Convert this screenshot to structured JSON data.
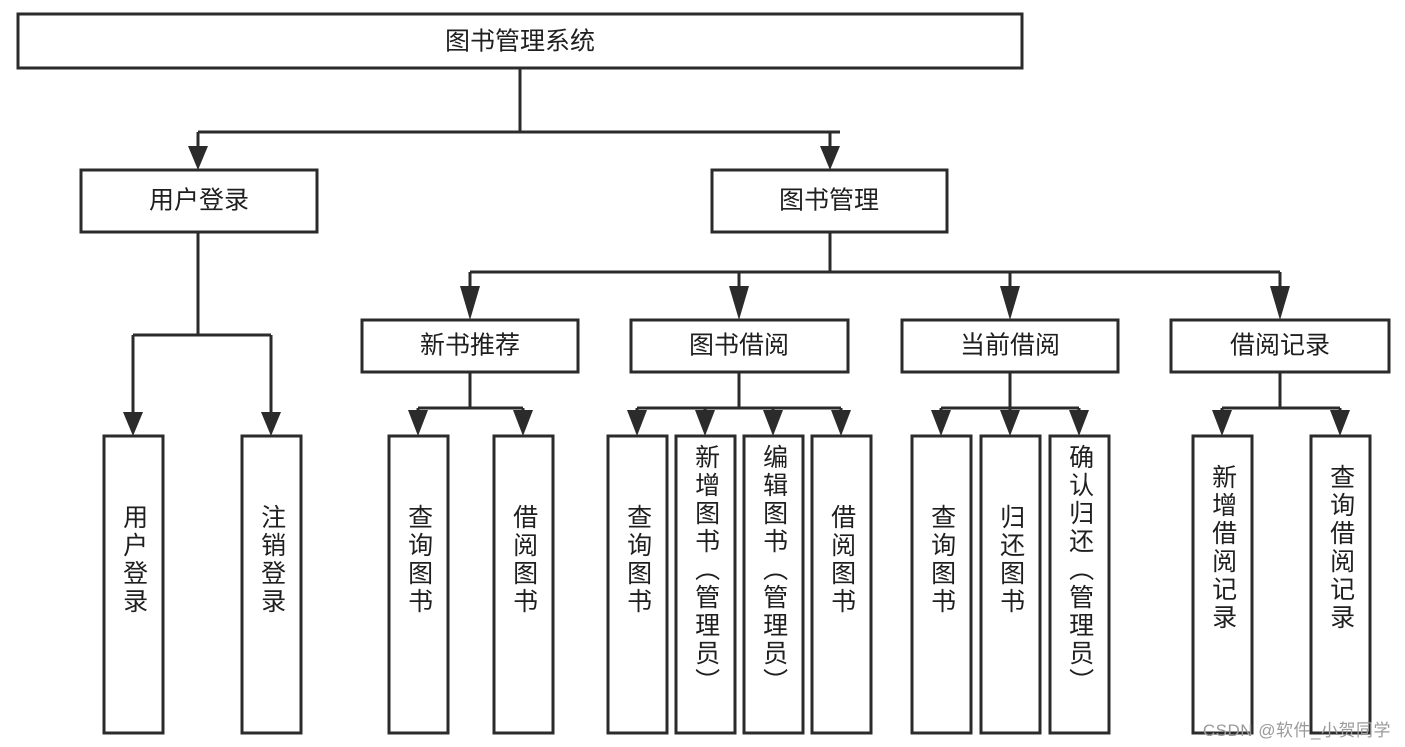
{
  "diagram": {
    "type": "tree-hierarchy-chart",
    "title": "图书管理系统",
    "root": {
      "id": "root",
      "label": "图书管理系统",
      "orientation": "horizontal"
    },
    "level2": [
      {
        "id": "user-login",
        "label": "用户登录",
        "orientation": "horizontal"
      },
      {
        "id": "book-manage",
        "label": "图书管理",
        "orientation": "horizontal"
      }
    ],
    "level3": [
      {
        "id": "new-book-recommend",
        "label": "新书推荐",
        "orientation": "horizontal",
        "parent": "book-manage"
      },
      {
        "id": "book-borrow",
        "label": "图书借阅",
        "orientation": "horizontal",
        "parent": "book-manage"
      },
      {
        "id": "current-borrow",
        "label": "当前借阅",
        "orientation": "horizontal",
        "parent": "book-manage"
      },
      {
        "id": "borrow-record",
        "label": "借阅记录",
        "orientation": "horizontal",
        "parent": "book-manage"
      }
    ],
    "leaves": [
      {
        "id": "leaf-user-login",
        "label": "用户登录",
        "orientation": "vertical",
        "parent": "user-login"
      },
      {
        "id": "leaf-user-logout",
        "label": "注销登录",
        "orientation": "vertical",
        "parent": "user-login"
      },
      {
        "id": "leaf-query-book-1",
        "label": "查询图书",
        "orientation": "vertical",
        "parent": "new-book-recommend"
      },
      {
        "id": "leaf-borrow-book-1",
        "label": "借阅图书",
        "orientation": "vertical",
        "parent": "new-book-recommend"
      },
      {
        "id": "leaf-query-book-2",
        "label": "查询图书",
        "orientation": "vertical",
        "parent": "book-borrow"
      },
      {
        "id": "leaf-add-book",
        "label": "新增图书（管理员）",
        "orientation": "vertical",
        "parent": "book-borrow"
      },
      {
        "id": "leaf-edit-book",
        "label": "编辑图书（管理员）",
        "orientation": "vertical",
        "parent": "book-borrow"
      },
      {
        "id": "leaf-borrow-book-2",
        "label": "借阅图书",
        "orientation": "vertical",
        "parent": "book-borrow"
      },
      {
        "id": "leaf-query-book-3",
        "label": "查询图书",
        "orientation": "vertical",
        "parent": "current-borrow"
      },
      {
        "id": "leaf-return-book",
        "label": "归还图书",
        "orientation": "vertical",
        "parent": "current-borrow"
      },
      {
        "id": "leaf-confirm-return",
        "label": "确认归还（管理员）",
        "orientation": "vertical",
        "parent": "current-borrow"
      },
      {
        "id": "leaf-add-record",
        "label": "新增借阅记录",
        "orientation": "vertical",
        "parent": "borrow-record"
      },
      {
        "id": "leaf-query-record",
        "label": "查询借阅记录",
        "orientation": "vertical",
        "parent": "borrow-record"
      }
    ],
    "colors": {
      "box_stroke": "#2b2b2b",
      "box_fill": "#ffffff",
      "text": "#1f1f1f",
      "background": "#ffffff",
      "watermark": "#9a9a9a"
    }
  },
  "watermark": {
    "text": "CSDN @软件_小贺同学"
  }
}
